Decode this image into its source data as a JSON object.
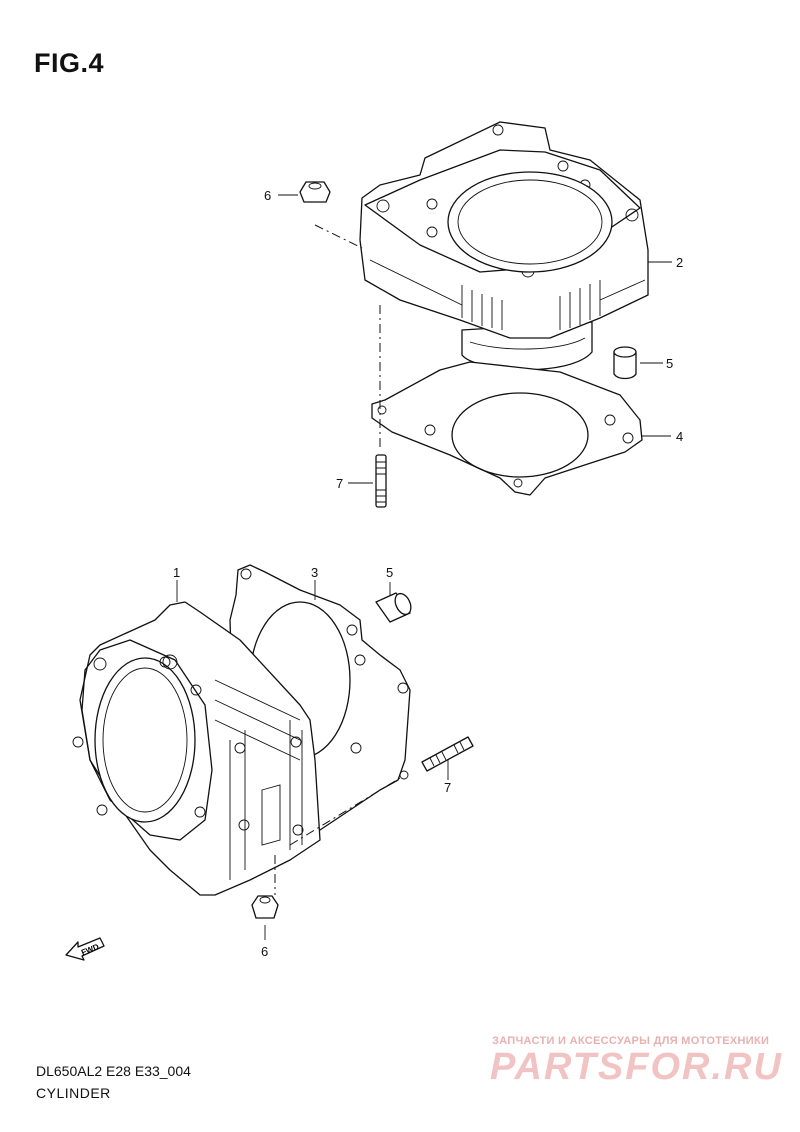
{
  "figure": {
    "title": "FIG.4"
  },
  "callouts": {
    "top_6": "6",
    "top_2": "2",
    "top_5": "5",
    "top_4": "4",
    "top_7": "7",
    "bot_1": "1",
    "bot_3": "3",
    "bot_5": "5",
    "bot_7": "7",
    "bot_6": "6"
  },
  "fwd_label": "FWD",
  "footer": {
    "model_code": "DL650AL2 E28 E33_004",
    "part_name": "CYLINDER"
  },
  "watermark": {
    "tagline": "ЗАПЧАСТИ И АКСЕССУАРЫ ДЛЯ МОТОТЕХНИКИ",
    "logo": "PARTSFOR.RU",
    "color": "#f2c3c3"
  }
}
